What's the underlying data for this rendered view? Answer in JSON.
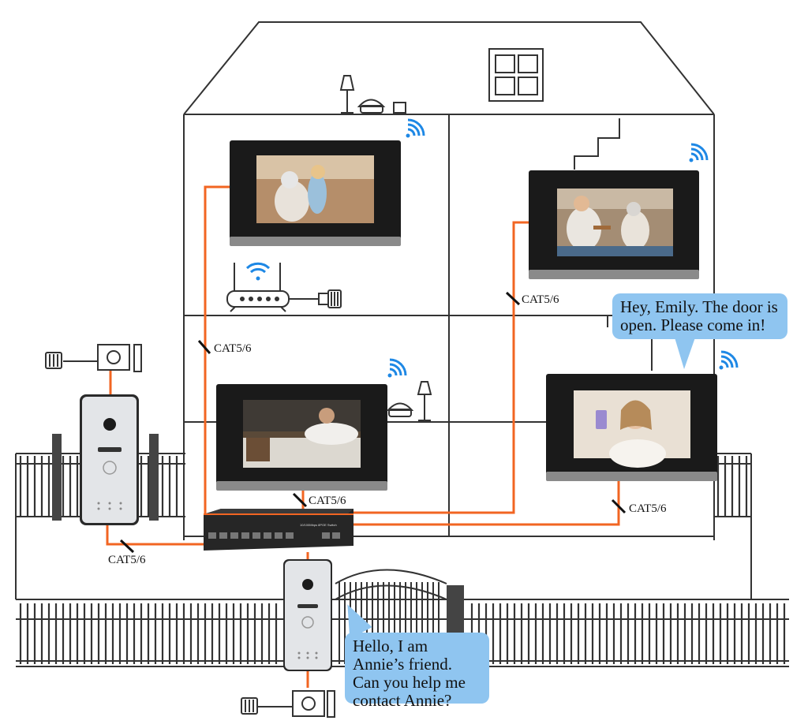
{
  "cable_labels": {
    "left_upper": "CAT5/6",
    "right_upper": "CAT5/6",
    "center_lower": "CAT5/6",
    "right_lower": "CAT5/6",
    "left_outdoor": "CAT5/6"
  },
  "speech": {
    "resident": "Hey, Emily. The door is open. Please come in!",
    "visitor": "Hello, I am Annie’s friend. Can you help me contact Annie?"
  },
  "switch_label": "10/100Mbps 8POE Switch",
  "colors": {
    "cable": "#f26522",
    "line": "#333333",
    "monitor_body": "#1a1a1a",
    "monitor_frame": "#8a8a8a",
    "bubble": "#8fc5f0",
    "wifi": "#1e88e5"
  },
  "icons": [
    "wifi-icon",
    "router-icon",
    "lamp-icon",
    "lock-icon",
    "power-plug-icon",
    "camera-icon",
    "call-button-icon"
  ]
}
